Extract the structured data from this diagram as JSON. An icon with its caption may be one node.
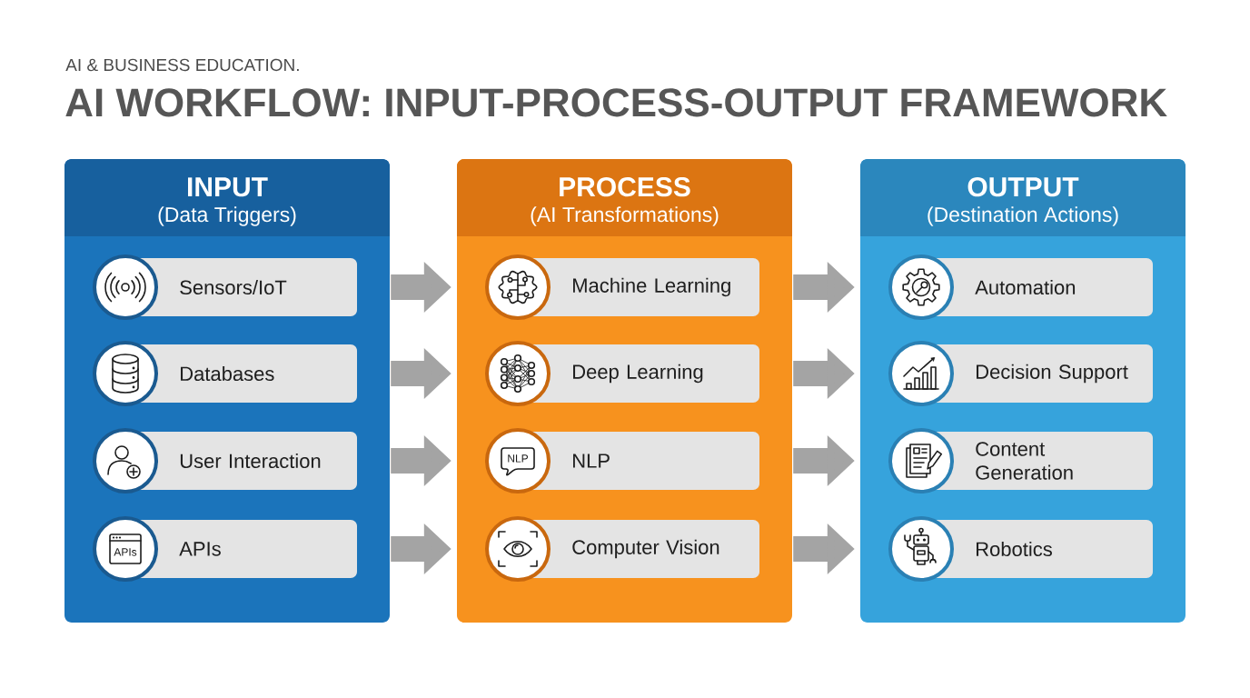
{
  "diagram": {
    "title": "AI WORKFLOW: INPUT-PROCESS-OUTPUT FRAMEWORK",
    "nodes": [
      {
        "text": [
          "INPUT",
          "(Data Triggers)"
        ]
      },
      {
        "text": [
          "Sensors/IoT"
        ],
        "in": 0
      },
      {
        "text": [
          "Databases"
        ],
        "in": 0
      },
      {
        "text": [
          "User Interaction"
        ],
        "in": 0
      },
      {
        "text": [
          "APIs"
        ],
        "in": 0
      },
      {
        "text": [
          "PROCESS",
          "(AI Transformations)"
        ]
      },
      {
        "text": [
          "Machine Learning"
        ],
        "in": 5
      },
      {
        "text": [
          "Deep Learning"
        ],
        "in": 5
      },
      {
        "text": [
          "NLP"
        ],
        "in": 5
      },
      {
        "text": [
          "Computer Vision"
        ],
        "in": 5
      },
      {
        "text": [
          "OUTPUT",
          "(Destination Actions)"
        ]
      },
      {
        "text": [
          "Automation"
        ],
        "in": 10
      },
      {
        "text": [
          "Decision Support"
        ],
        "in": 10
      },
      {
        "text": [
          "Content Generation"
        ],
        "in": 10
      },
      {
        "text": [
          "Robotics"
        ],
        "in": 10
      }
    ],
    "edges": [
      {
        "from": 0,
        "to": 5,
        "arrow": "to"
      },
      {
        "from": 0,
        "to": 5,
        "arrow": "to"
      },
      {
        "from": 0,
        "to": 5,
        "arrow": "to"
      },
      {
        "from": 0,
        "to": 5,
        "arrow": "to"
      },
      {
        "from": 5,
        "to": 10,
        "arrow": "to"
      },
      {
        "from": 5,
        "to": 10,
        "arrow": "to"
      },
      {
        "from": 5,
        "to": 10,
        "arrow": "to"
      },
      {
        "from": 5,
        "to": 10,
        "arrow": "to"
      }
    ],
    "labels": [
      "AI & BUSINESS EDUCATION.",
      "APIs",
      "NLP"
    ]
  }
}
